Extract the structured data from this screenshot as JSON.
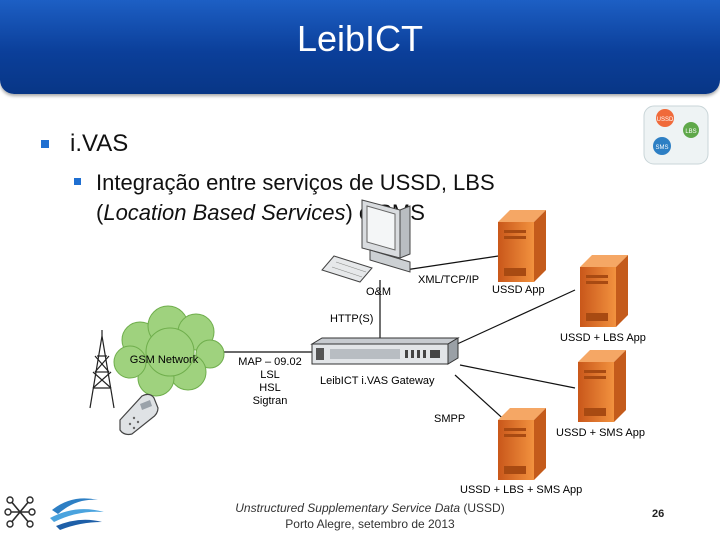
{
  "slide": {
    "title": "LeibICT",
    "bullet_1": "i.VAS",
    "bullet_2_line_1": "Integração entre serviços de USSD, LBS",
    "bullet_2_line_2_italic": "Location Based Services",
    "bullet_2_line_2_end": ") e SMS",
    "bullet_2_line_2_start": "("
  },
  "diagram": {
    "gsm_network": "GSM Network",
    "map_lines": [
      "MAP – 09.02",
      "LSL",
      "HSL",
      "Sigtran"
    ],
    "gateway": "LeibICT i.VAS Gateway",
    "oam": "O&M",
    "xml": "XML/TCP/IP",
    "http": "HTTP(S)",
    "smpp": "SMPP",
    "apps": [
      "USSD App",
      "USSD + LBS App",
      "USSD + SMS App",
      "USSD + LBS + SMS App"
    ],
    "logo_badges": [
      "USSD",
      "LBS",
      "SMS"
    ]
  },
  "footer": {
    "line_1_italic": "Unstructured Supplementary Service Data",
    "line_1_end": " (USSD)",
    "line_2": "Porto Alegre, setembro de 2013"
  },
  "page_number": "26",
  "colors": {
    "title_bar": "#0b3f9a",
    "bullet": "#1f6fd1",
    "server": "#e8782a"
  }
}
